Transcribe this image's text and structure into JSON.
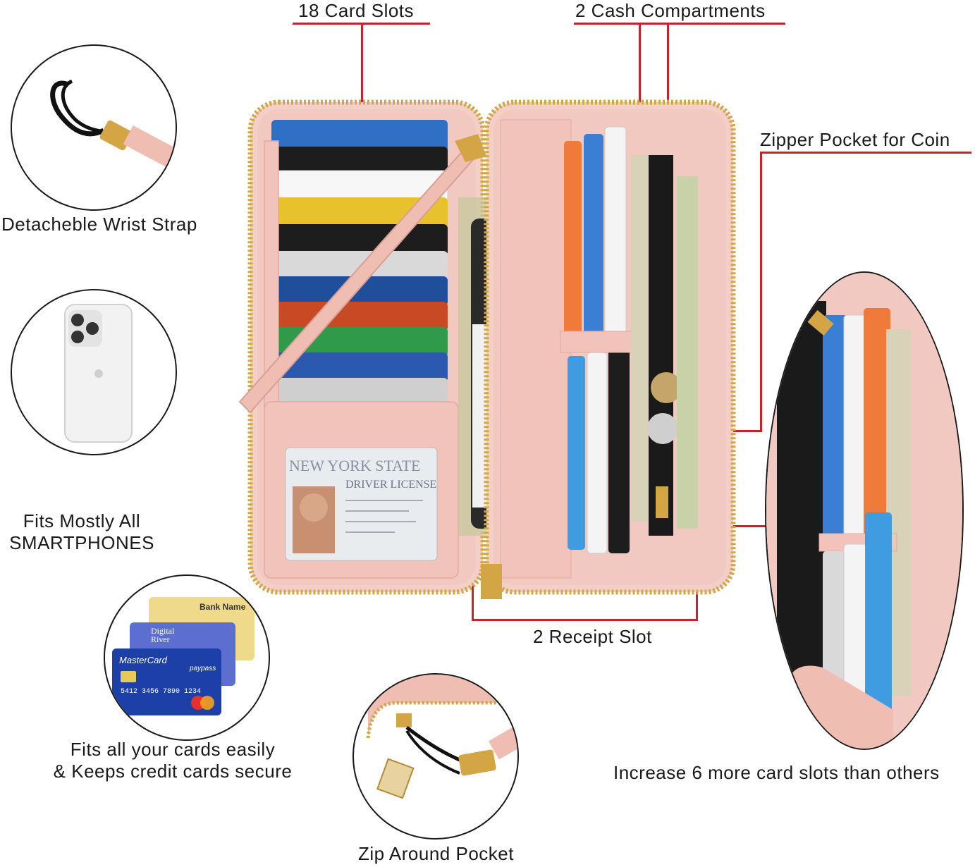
{
  "callouts": {
    "card_slots": "18 Card Slots",
    "cash_compartments": "2 Cash Compartments",
    "zipper_pocket": "Zipper Pocket for Coin",
    "receipt_slot": "2 Receipt Slot"
  },
  "features": {
    "wrist_strap": "Detacheble Wrist Strap",
    "smartphones_line1": "Fits Mostly All",
    "smartphones_line2": "SMARTPHONES",
    "cards_line1": "Fits all your cards easily",
    "cards_line2": "& Keeps credit cards secure",
    "zip_pocket": "Zip Around Pocket",
    "extra_slots": "Increase 6 more card slots than others"
  },
  "card_art": {
    "bank_name": "Bank Name",
    "mastercard": "MasterCard",
    "paypass": "paypass",
    "digital": "Digital",
    "river": "River",
    "card_number": "5412 3456 7890 1234",
    "license_state": "NEW YORK STATE",
    "license_title": "DRIVER LICENSE"
  },
  "colors": {
    "callout_red": "#c8222a",
    "wallet_pink": "#f2c9c1",
    "zipper_gold": "#d4a545"
  }
}
